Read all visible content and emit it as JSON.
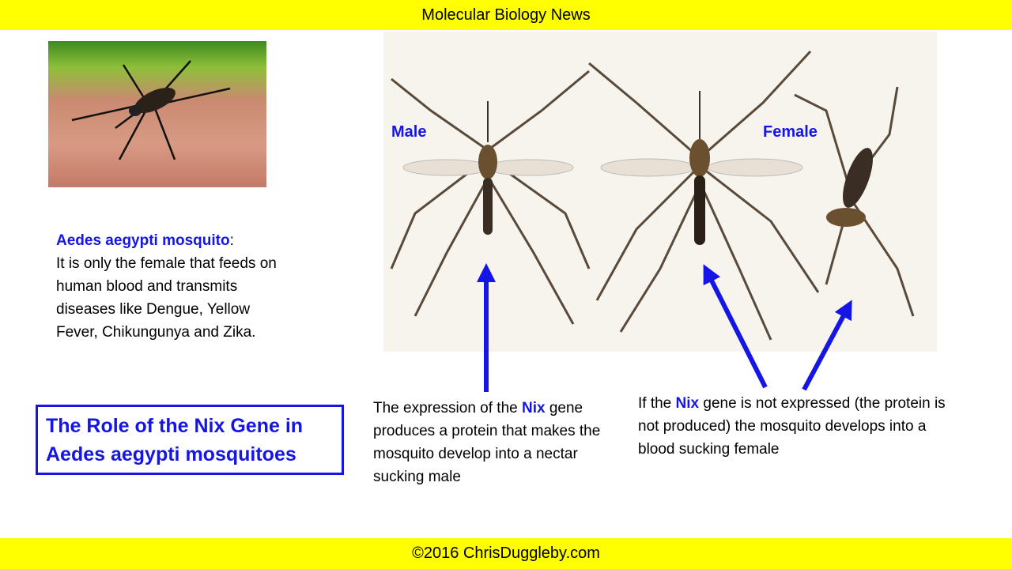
{
  "header": {
    "title": "Molecular Biology News"
  },
  "footer": {
    "copyright": "©2016 ChrisDuggleby.com"
  },
  "labels": {
    "male": "Male",
    "female": "Female"
  },
  "description": {
    "species": "Aedes aegypti mosquito",
    "colon": ":",
    "text": "It is only the female that feeds on human blood and transmits diseases like Dengue, Yellow Fever, Chikungunya and Zika."
  },
  "title_box": {
    "line1": "The Role of the Nix Gene in",
    "line2": "Aedes aegypti mosquitoes"
  },
  "caption_male": {
    "before": "The expression of the ",
    "gene": "Nix",
    "after": " gene produces a protein that makes the mosquito develop into a nectar sucking male"
  },
  "caption_female": {
    "before": "If the ",
    "gene": "Nix",
    "after": " gene is not expressed (the protein is not produced) the mosquito develops into a blood sucking female"
  },
  "colors": {
    "accent": "#1515e6",
    "banner": "#ffff00"
  }
}
